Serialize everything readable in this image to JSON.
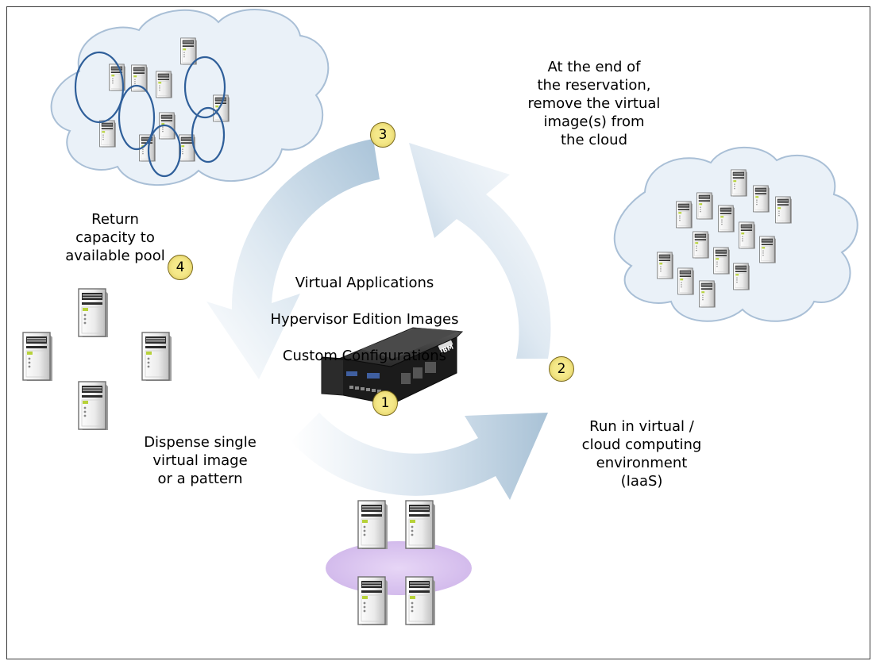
{
  "center_text": [
    "Virtual Applications",
    "Hypervisor Edition Images",
    "Custom Configurations"
  ],
  "steps": [
    {
      "number": "1",
      "text": ""
    },
    {
      "number": "2",
      "text": "Run in virtual /\ncloud computing\nenvironment\n(IaaS)"
    },
    {
      "number": "3",
      "text": "At the end of\nthe reservation,\nremove the virtual\nimage(s) from\nthe cloud"
    },
    {
      "number": "4",
      "text": "Return\ncapacity to\navailable pool"
    }
  ],
  "dispense_text": "Dispense single\nvirtual image\nor a pattern",
  "appliance_brand": "IBM",
  "colors": {
    "arrow": "#b8cfe0",
    "cloud_fill": "#e8f0f8",
    "cloud_stroke": "#a9bfd6",
    "ring": "#2f5f9a",
    "badge": "#f5e98a",
    "pattern_pool": "#dcc6f0"
  }
}
